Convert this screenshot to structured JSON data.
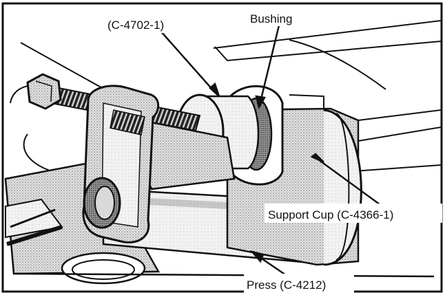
{
  "figure": {
    "callouts": {
      "tool_number": "(C-4702-1)",
      "bushing": "Bushing",
      "support_cup": "Support Cup (C-4366-1)",
      "press": "Press (C-4212)"
    }
  }
}
